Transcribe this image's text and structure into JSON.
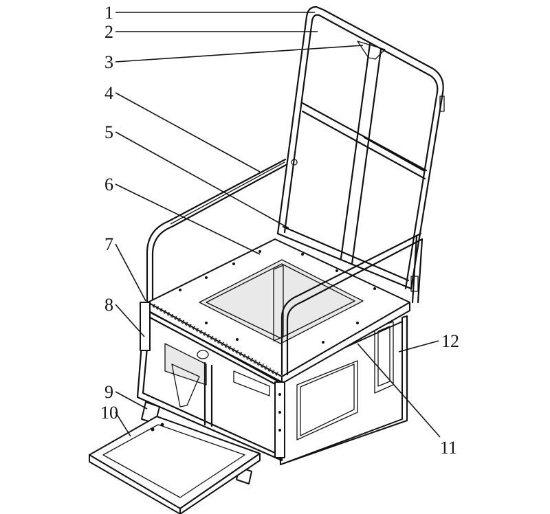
{
  "callouts": [
    {
      "text": "1"
    },
    {
      "text": "2"
    },
    {
      "text": "3"
    },
    {
      "text": "4"
    },
    {
      "text": "5"
    },
    {
      "text": "6"
    },
    {
      "text": "7"
    },
    {
      "text": "8"
    },
    {
      "text": "9"
    },
    {
      "text": "10"
    },
    {
      "text": "11"
    },
    {
      "text": "12"
    }
  ]
}
